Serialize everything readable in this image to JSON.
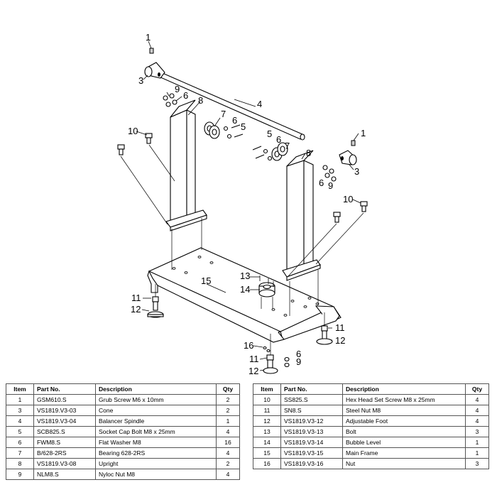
{
  "callouts": {
    "c1a": "1",
    "c1b": "1",
    "c3a": "3",
    "c3b": "3",
    "c4": "4",
    "c5a": "5",
    "c5b": "5",
    "c6a": "6",
    "c6b": "6",
    "c6c": "6",
    "c6d": "6",
    "c7a": "7",
    "c7b": "7",
    "c8a": "8",
    "c8b": "8",
    "c9a": "9",
    "c9b": "9",
    "c9c": "9",
    "c10a": "10",
    "c10b": "10",
    "c11a": "11",
    "c11b": "11",
    "c11c": "11",
    "c12a": "12",
    "c12b": "12",
    "c12c": "12",
    "c13": "13",
    "c14": "14",
    "c15": "15",
    "c16": "16"
  },
  "parts_table": {
    "headers": {
      "item": "Item",
      "part_no": "Part No.",
      "description": "Description",
      "qty": "Qty"
    },
    "left_rows": [
      {
        "item": "1",
        "part_no": "GSM610.S",
        "description": "Grub Screw M6 x 10mm",
        "qty": "2"
      },
      {
        "item": "3",
        "part_no": "VS1819.V3-03",
        "description": "Cone",
        "qty": "2"
      },
      {
        "item": "4",
        "part_no": "VS1819.V3-04",
        "description": "Balancer Spindle",
        "qty": "1"
      },
      {
        "item": "5",
        "part_no": "SCB825.S",
        "description": "Socket Cap Bolt M8 x 25mm",
        "qty": "4"
      },
      {
        "item": "6",
        "part_no": "FWM8.S",
        "description": "Flat Washer M8",
        "qty": "16"
      },
      {
        "item": "7",
        "part_no": "B/628-2RS",
        "description": "Bearing 628-2RS",
        "qty": "4"
      },
      {
        "item": "8",
        "part_no": "VS1819.V3-08",
        "description": "Upright",
        "qty": "2"
      },
      {
        "item": "9",
        "part_no": "NLM8.S",
        "description": "Nyloc Nut M8",
        "qty": "4"
      }
    ],
    "right_rows": [
      {
        "item": "10",
        "part_no": "SS825.S",
        "description": "Hex Head Set Screw M8 x 25mm",
        "qty": "4"
      },
      {
        "item": "11",
        "part_no": "SN8.S",
        "description": "Steel Nut M8",
        "qty": "4"
      },
      {
        "item": "12",
        "part_no": "VS1819.V3-12",
        "description": "Adjustable Foot",
        "qty": "4"
      },
      {
        "item": "13",
        "part_no": "VS1819.V3-13",
        "description": "Bolt",
        "qty": "3"
      },
      {
        "item": "14",
        "part_no": "VS1819.V3-14",
        "description": "Bubble Level",
        "qty": "1"
      },
      {
        "item": "15",
        "part_no": "VS1819.V3-15",
        "description": "Main Frame",
        "qty": "1"
      },
      {
        "item": "16",
        "part_no": "VS1819.V3-16",
        "description": "Nut",
        "qty": "3"
      }
    ]
  }
}
